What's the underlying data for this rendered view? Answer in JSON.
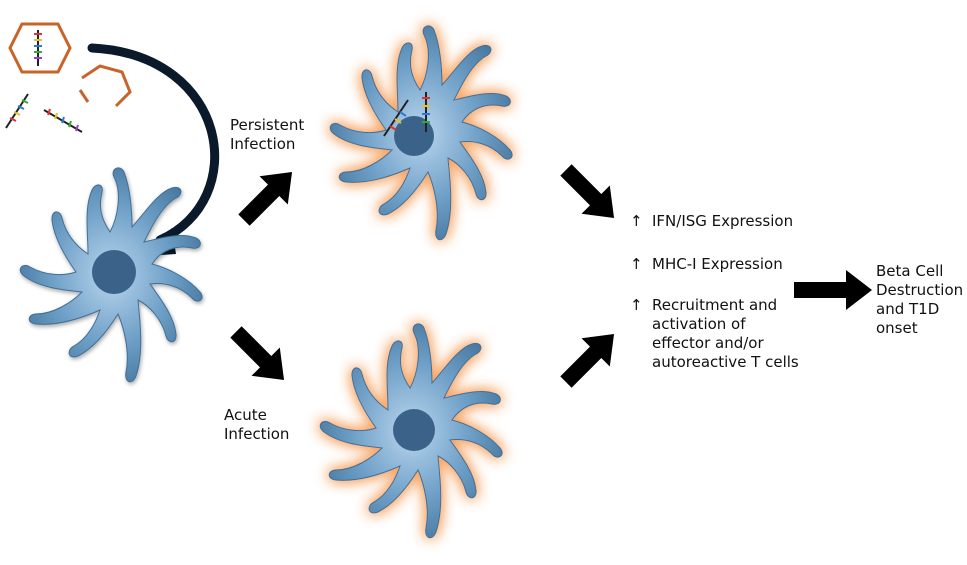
{
  "labels": {
    "persistent": [
      "Persistent",
      "Infection"
    ],
    "acute": [
      "Acute",
      "Infection"
    ]
  },
  "effects": [
    {
      "symbol": "↑",
      "lines": [
        "IFN/ISG Expression"
      ]
    },
    {
      "symbol": "↑",
      "lines": [
        "MHC-I Expression"
      ]
    },
    {
      "symbol": "↑",
      "lines": [
        "Recruitment and",
        "activation of",
        "effector and/or",
        "autoreactive T cells"
      ]
    }
  ],
  "outcome": [
    "Beta Cell",
    "Destruction",
    "and T1D",
    "onset"
  ],
  "colors": {
    "cell_fill": "#5b8fb9",
    "cell_light": "#a9cbe6",
    "nucleus": "#3a6489",
    "glow": "#f6a463",
    "virus_outline": "#c8642a",
    "arrow": "#000000"
  }
}
